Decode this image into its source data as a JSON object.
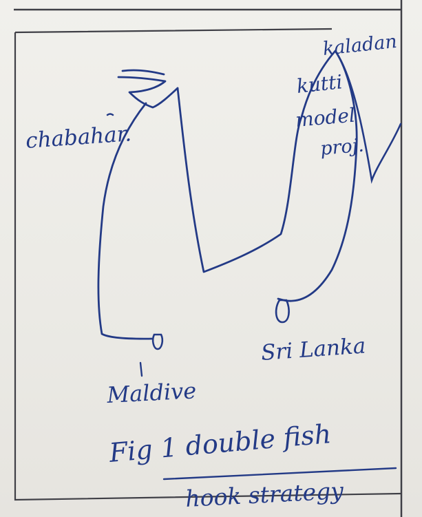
{
  "labels": {
    "kalardan": "kaladan",
    "kutti": "kutti",
    "modal": "model",
    "proj": "proj.",
    "chabahar": "chabahar.",
    "maldives": "Maldive",
    "srilanka": "Sri Lanka",
    "caption_line1": "Fig 1  double fish",
    "caption_line2": "hook strategy"
  },
  "ink_color": "#233a86",
  "border_color": "#3f3f46"
}
